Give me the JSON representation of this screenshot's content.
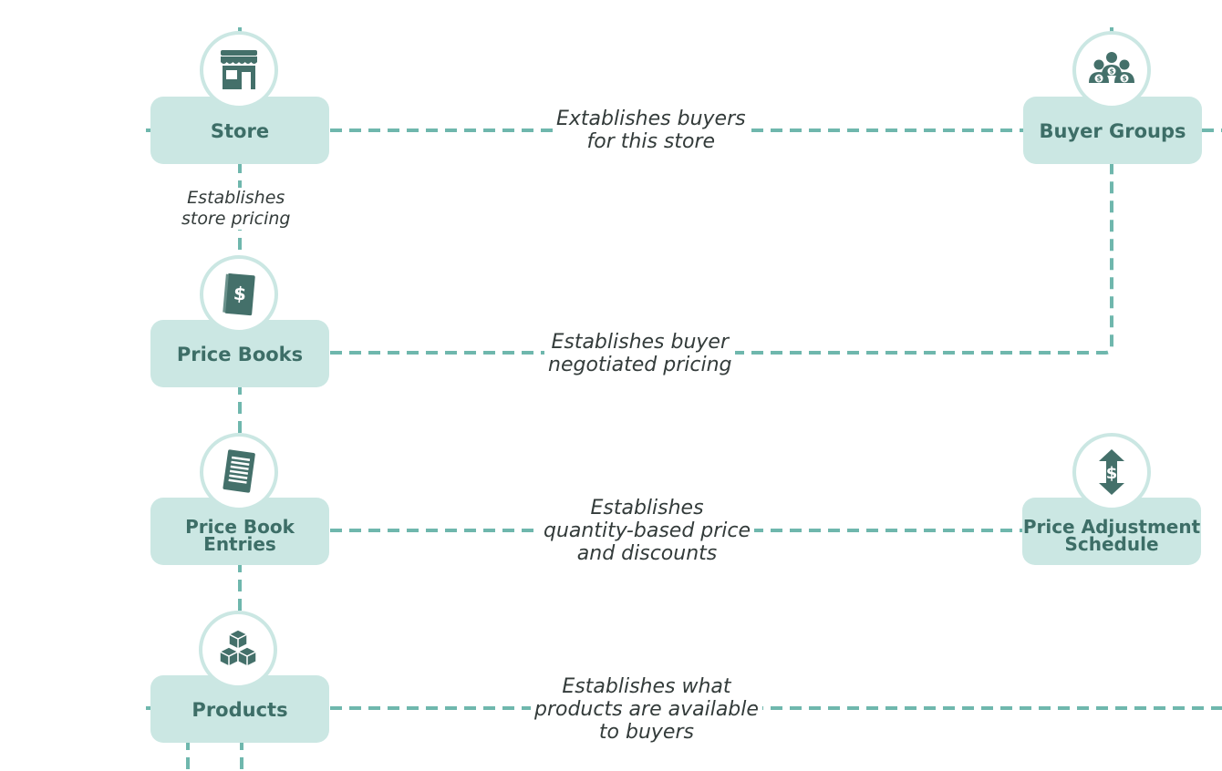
{
  "nodes": {
    "store": {
      "label": "Store",
      "icon": "store-icon"
    },
    "price_books": {
      "label": "Price Books",
      "icon": "price-book-icon"
    },
    "price_book_entries": {
      "label": "Price Book\nEntries",
      "icon": "price-list-icon"
    },
    "products": {
      "label": "Products",
      "icon": "boxes-icon"
    },
    "buyer_groups": {
      "label": "Buyer Groups",
      "icon": "buyer-group-icon"
    },
    "price_adjustment_schedule": {
      "label": "Price Adjustment\nSchedule",
      "icon": "price-adjust-icon"
    }
  },
  "edges": {
    "store_buyer_groups": "Extablishes buyers\nfor this store",
    "store_price_books": "Establishes\nstore pricing",
    "price_books_buyer_groups": "Establishes buyer\nnegotiated pricing",
    "entries_schedule": "Establishes\nquantity-based price\nand discounts",
    "products_buyers": "Establishes what\nproducts are available\nto buyers"
  },
  "colors": {
    "accent": "#6fb7ad",
    "box": "#cbe7e3",
    "box_text": "#3d6e67",
    "icon": "#44706a"
  }
}
